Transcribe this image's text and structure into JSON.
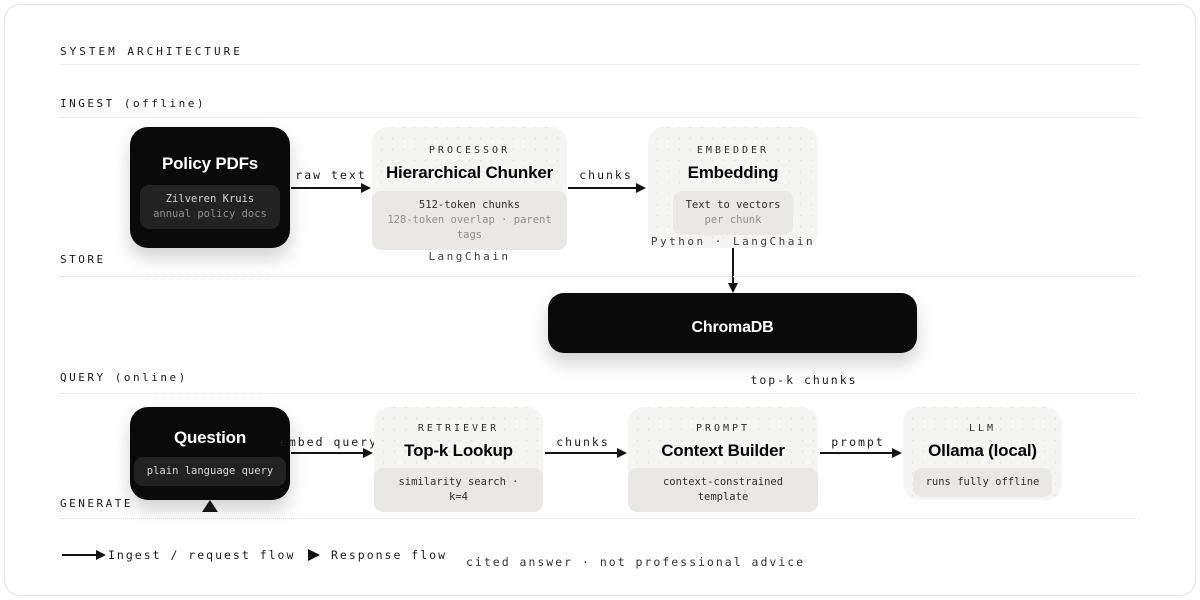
{
  "page": {
    "title": "SYSTEM ARCHITECTURE"
  },
  "sections": {
    "ingest": {
      "label": "INGEST (offline)"
    },
    "store": {
      "label": "STORE"
    },
    "query": {
      "label": "QUERY (online)"
    },
    "generate": {
      "label": "GENERATE"
    }
  },
  "nodes": {
    "policy_pdfs": {
      "title": "Policy PDFs",
      "detail_line1": "Zilveren Kruis",
      "detail_line2": "annual policy docs"
    },
    "chunker": {
      "role": "PROCESSOR",
      "title": "Hierarchical Chunker",
      "detail_line1": "512-token chunks",
      "detail_line2": "128-token overlap · parent tags",
      "footer": "LangChain"
    },
    "embedding": {
      "role": "EMBEDDER",
      "title": "Embedding",
      "detail_line1": "Text to vectors",
      "detail_line2": "per chunk",
      "footer": "Python · LangChain"
    },
    "chromadb": {
      "title": "ChromaDB"
    },
    "question": {
      "title": "Question",
      "detail_line1": "plain language query"
    },
    "retriever": {
      "role": "RETRIEVER",
      "title": "Top-k Lookup",
      "detail_line1": "similarity search · k=4"
    },
    "prompt_builder": {
      "role": "PROMPT",
      "title": "Context Builder",
      "detail_line1": "context-constrained template"
    },
    "llm": {
      "role": "LLM",
      "title": "Ollama (local)",
      "detail_line1": "runs fully offline"
    }
  },
  "edges": {
    "raw_text": "raw text",
    "chunks_ingest": "chunks",
    "top_k_chunks": "top-k chunks",
    "embed_query": "embed query",
    "chunks_query": "chunks",
    "prompt": "prompt"
  },
  "legend": {
    "ingest_flow": "Ingest / request flow",
    "response_flow": "Response flow",
    "disclaimer": "cited answer · not professional advice"
  },
  "colors": {
    "node_dark": "#0a0a0a",
    "node_light": "#f5f5f4",
    "pill_light": "#e9e8e5",
    "pill_dark": "#222222",
    "line": "#141414",
    "divider": "#dcdcdc"
  }
}
